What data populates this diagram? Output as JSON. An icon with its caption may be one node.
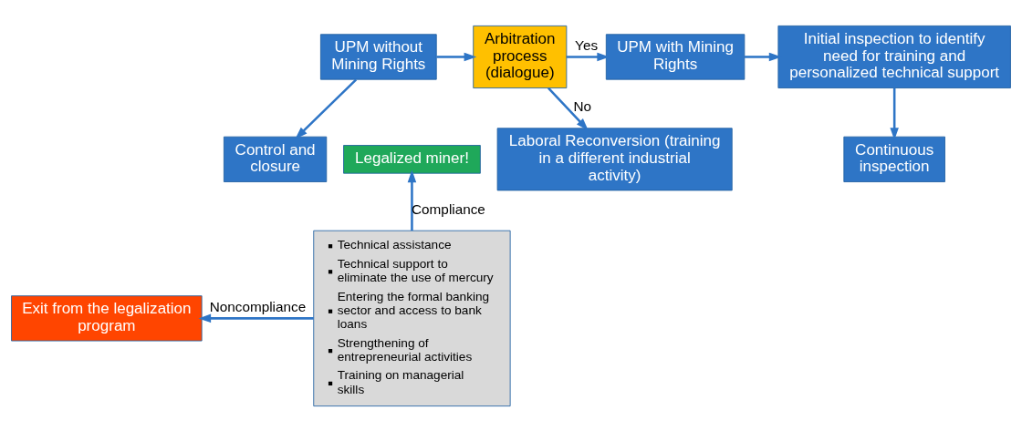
{
  "diagram": {
    "nodes": [
      {
        "text": [
          "UPM without Mining Rights"
        ]
      },
      {
        "text": [
          "Arbitration process (dialogue)"
        ]
      },
      {
        "text": [
          "UPM with Mining Rights"
        ]
      },
      {
        "text": [
          "Initial inspection to identify need for training and personalized technical support"
        ]
      },
      {
        "text": [
          "Laboral Reconversion (training in a different industrial activity)"
        ]
      },
      {
        "text": [
          "Control and closure"
        ]
      },
      {
        "text": [
          "Technical assistance",
          "Technical support to eliminate the use of mercury",
          "Entering the formal banking sector and access to bank loans",
          "Strengthening of entrepreneurial activities",
          "Training on managerial skills"
        ]
      },
      {
        "text": [
          "Continuous inspection"
        ]
      },
      {
        "text": [
          "Legalized miner!"
        ]
      },
      {
        "text": [
          "Exit from the legalization program"
        ]
      }
    ],
    "edges": [
      {
        "from": 0,
        "to": 1,
        "arrow": "to"
      },
      {
        "from": 1,
        "to": 2,
        "arrow": "to",
        "label": "Yes"
      },
      {
        "from": 2,
        "to": 3,
        "arrow": "to"
      },
      {
        "from": 3,
        "to": 7,
        "arrow": "to"
      },
      {
        "from": 1,
        "to": 4,
        "arrow": "to",
        "label": "No"
      },
      {
        "from": 0,
        "to": 5,
        "arrow": "to"
      },
      {
        "from": 6,
        "to": 8,
        "arrow": "to",
        "label": "Compliance"
      },
      {
        "from": 6,
        "to": 9,
        "arrow": "to",
        "label": "Noncompliance"
      }
    ]
  }
}
